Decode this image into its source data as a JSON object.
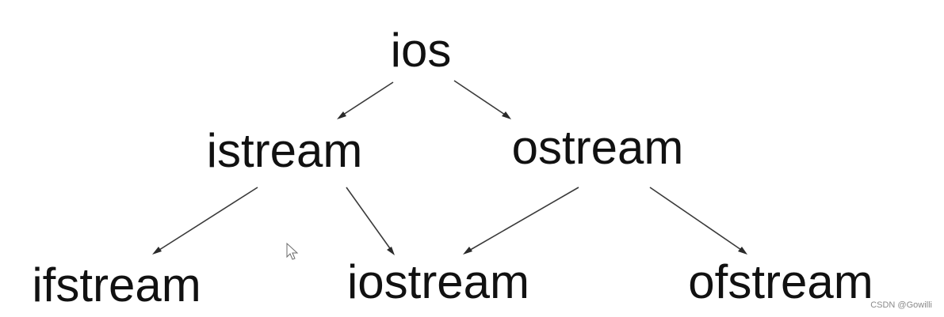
{
  "diagram": {
    "nodes": {
      "ios": "ios",
      "istream": "istream",
      "ostream": "ostream",
      "ifstream": "ifstream",
      "iostream": "iostream",
      "ofstream": "ofstream"
    }
  },
  "watermark": "CSDN @Gowilli",
  "icons": {
    "cursor": "mouse-pointer-icon"
  },
  "colors": {
    "text": "#111111",
    "edge": "#3a3a3a",
    "background": "#ffffff"
  }
}
